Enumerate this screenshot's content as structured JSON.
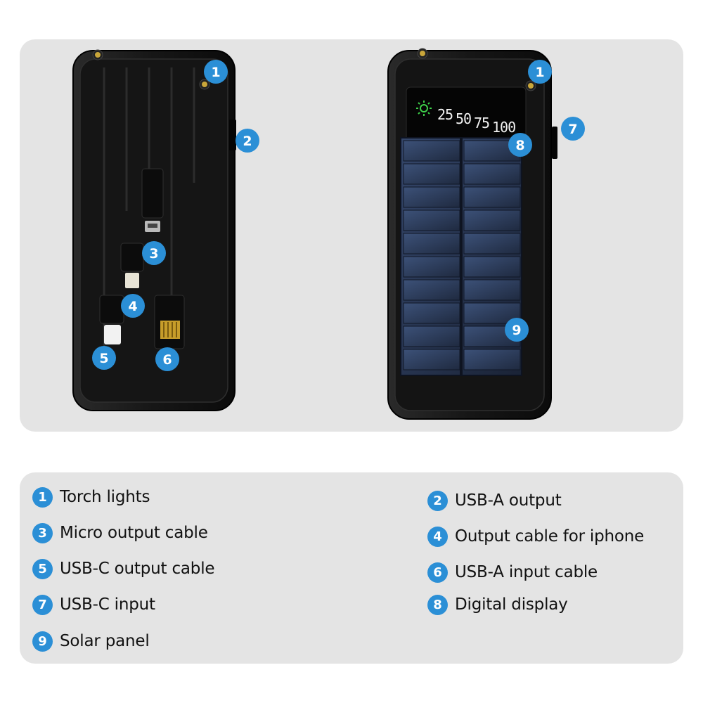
{
  "callouts": {
    "left": [
      "1",
      "2",
      "3",
      "4",
      "5",
      "6"
    ],
    "right": [
      "1",
      "7",
      "8",
      "9"
    ]
  },
  "display": {
    "readouts": [
      "25",
      "50",
      "75",
      "100"
    ]
  },
  "legend": {
    "left": [
      {
        "num": "1",
        "label": "Torch lights"
      },
      {
        "num": "3",
        "label": "Micro output cable"
      },
      {
        "num": "5",
        "label": "USB-C output cable"
      },
      {
        "num": "7",
        "label": "USB-C input"
      },
      {
        "num": "9",
        "label": "Solar panel"
      }
    ],
    "right": [
      {
        "num": "2",
        "label": "USB-A output"
      },
      {
        "num": "4",
        "label": "Output cable for iphone"
      },
      {
        "num": "6",
        "label": "USB-A input cable"
      },
      {
        "num": "8",
        "label": "Digital display"
      }
    ]
  },
  "colors": {
    "badge": "#2b8fd6",
    "panel": "#e4e4e4",
    "device": "#121212",
    "solar": "#23324a",
    "display_icon": "#3ecf4a"
  }
}
